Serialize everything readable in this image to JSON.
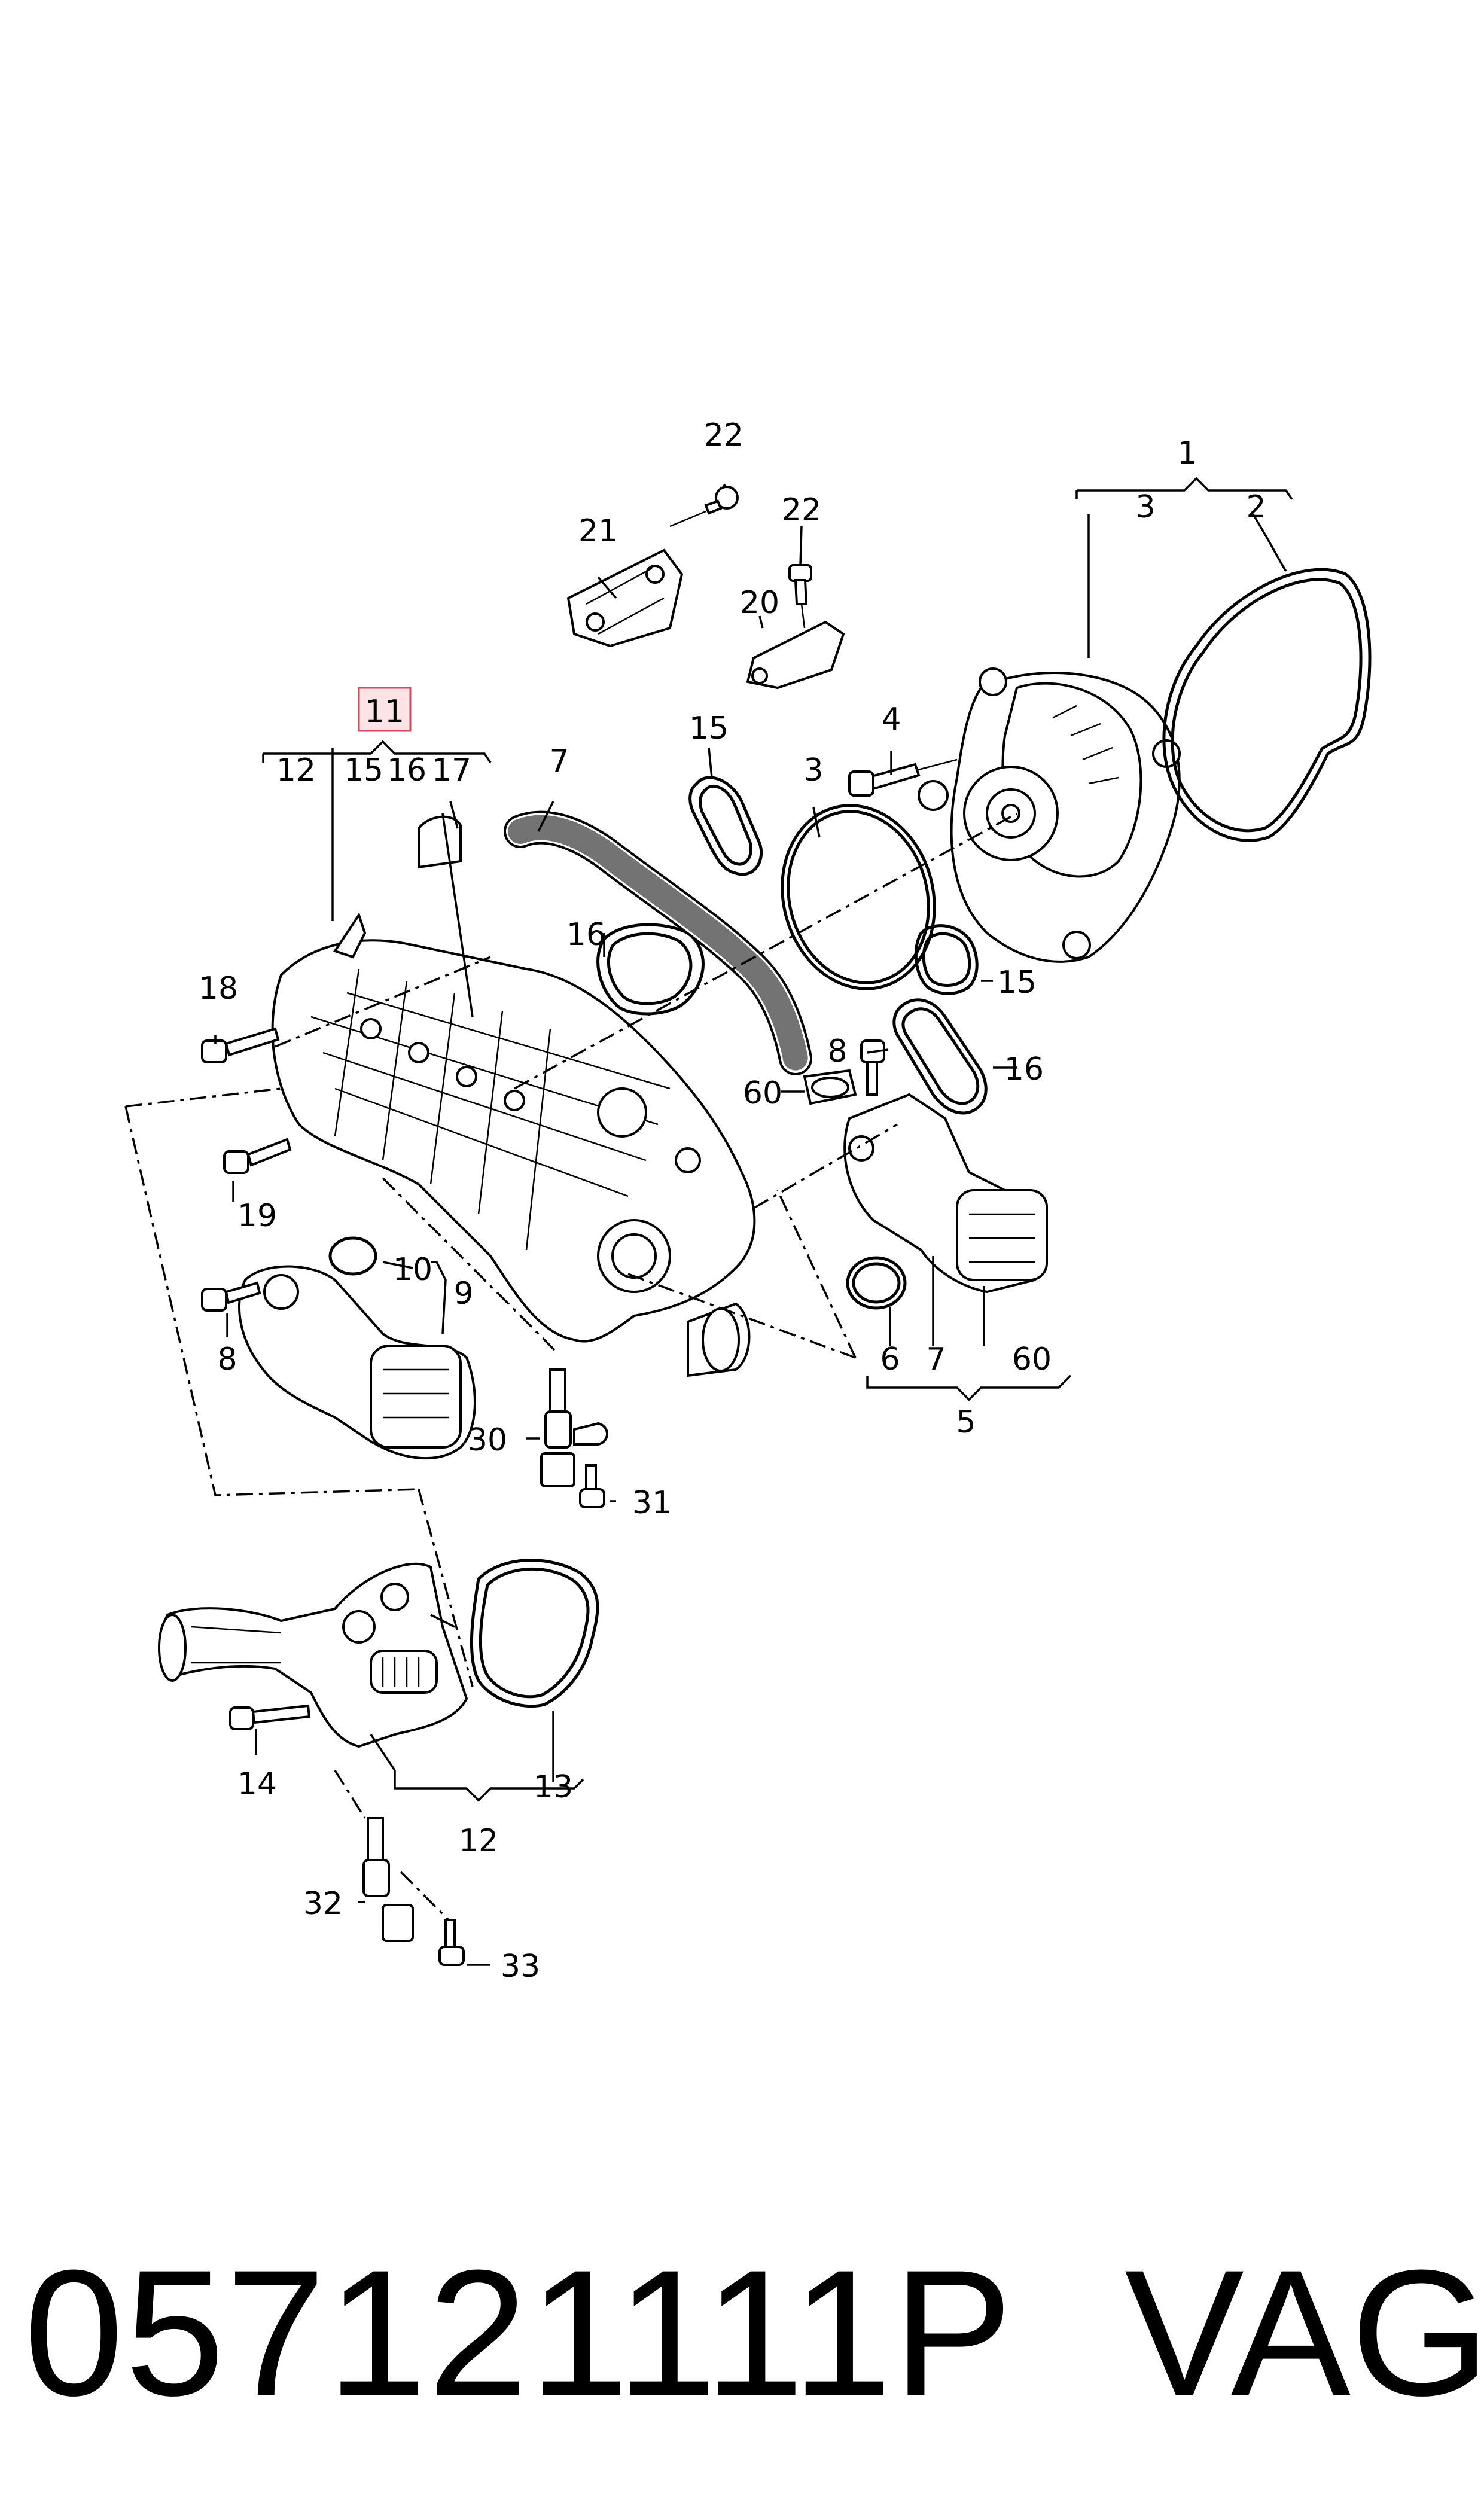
{
  "callouts": {
    "c1": "1",
    "c2": "2",
    "c3a": "3",
    "c3b": "3",
    "c4": "4",
    "c5": "5",
    "c6": "6",
    "c7a": "7",
    "c7b": "7",
    "c8a": "8",
    "c8b": "8",
    "c9": "9",
    "c10": "10",
    "c11": "11",
    "c12a": "12",
    "c12b": "12",
    "c13": "13",
    "c14": "14",
    "c15a": "15",
    "c15b": "15",
    "c15c": "15",
    "c16a": "16",
    "c16b": "16",
    "c16c": "16",
    "c17": "17",
    "c18": "18",
    "c19": "19",
    "c20": "20",
    "c21": "21",
    "c22a": "22",
    "c22b": "22",
    "c30": "30",
    "c31": "31",
    "c32": "32",
    "c33": "33",
    "c60a": "60",
    "c60b": "60"
  },
  "highlight": {
    "callout": "11",
    "color": "#d9475d",
    "fill": "#fbe3e6"
  },
  "caption": {
    "part_number": "057121111P",
    "brand": "VAG"
  }
}
